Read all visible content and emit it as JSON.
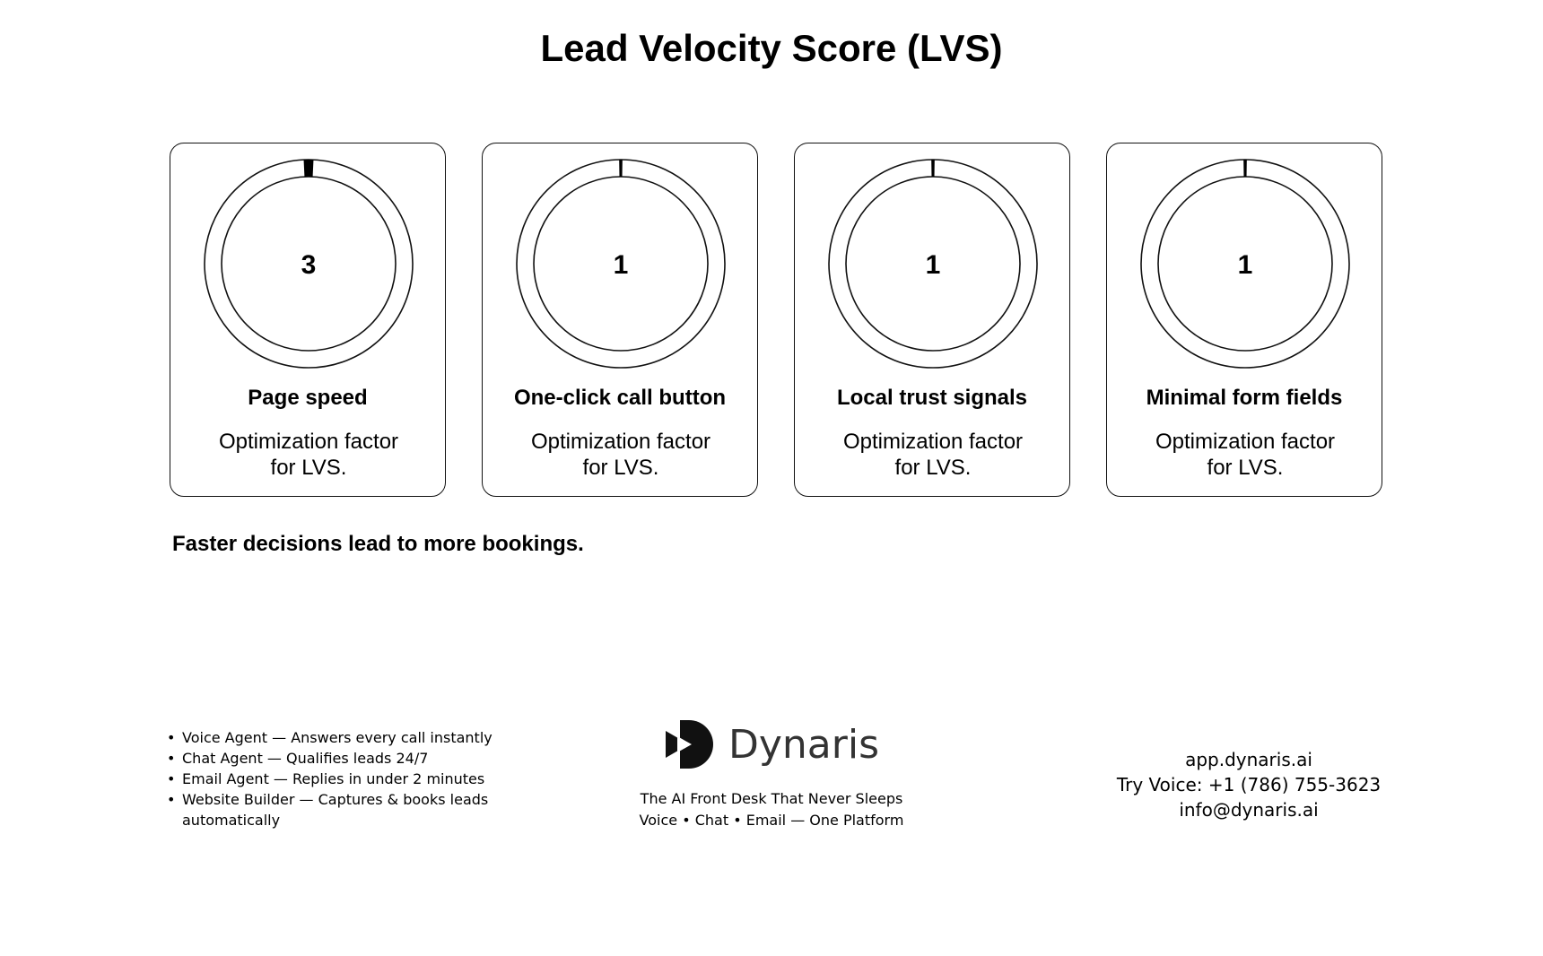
{
  "title": "Lead Velocity Score (LVS)",
  "cards": [
    {
      "value": "3",
      "name": "Page speed",
      "desc_line1": "Optimization factor",
      "desc_line2": "for LVS."
    },
    {
      "value": "1",
      "name": "One-click call button",
      "desc_line1": "Optimization factor",
      "desc_line2": "for LVS."
    },
    {
      "value": "1",
      "name": "Local trust signals",
      "desc_line1": "Optimization factor",
      "desc_line2": "for LVS."
    },
    {
      "value": "1",
      "name": "Minimal form fields",
      "desc_line1": "Optimization factor",
      "desc_line2": "for LVS."
    }
  ],
  "tagline": "Faster decisions lead to more bookings.",
  "footer": {
    "agents": [
      "Voice Agent — Answers every call instantly",
      "Chat Agent — Qualifies leads 24/7",
      "Email Agent — Replies in under 2 minutes",
      " Website Builder — Captures & books leads automatically"
    ],
    "brand_name": "Dynaris",
    "slogan_line1": "The AI Front Desk That Never Sleeps",
    "slogan_line2": "Voice • Chat • Email — One Platform",
    "website": "app.dynaris.ai",
    "phone": "Try Voice: +1 (786) 755-3623",
    "email": "info@dynaris.ai"
  },
  "colors": {
    "ink": "#000000",
    "ring": "#111111",
    "brand_text": "#333333",
    "logo": "#111111"
  }
}
